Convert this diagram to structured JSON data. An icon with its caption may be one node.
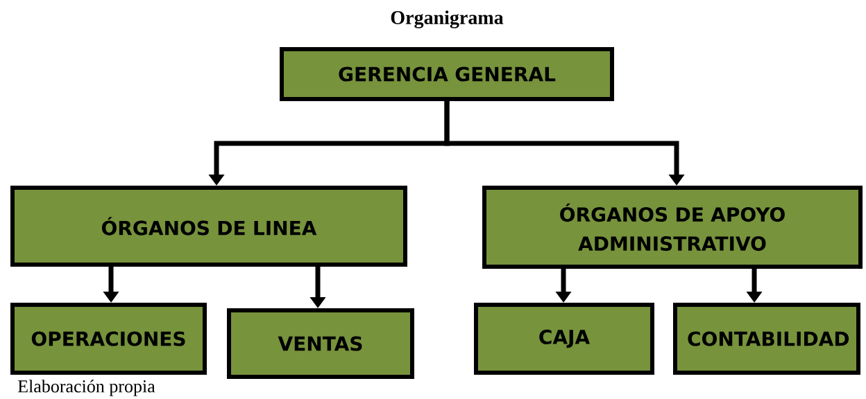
{
  "diagram": {
    "title": "Organigrama",
    "nodes": [
      {
        "text": [
          "GERENCIA GENERAL"
        ]
      },
      {
        "text": [
          "ÓRGANOS DE LINEA"
        ]
      },
      {
        "text": [
          "ÓRGANOS DE APOYO ADMINISTRATIVO"
        ]
      },
      {
        "text": [
          "OPERACIONES"
        ]
      },
      {
        "text": [
          "VENTAS"
        ]
      },
      {
        "text": [
          "CAJA"
        ]
      },
      {
        "text": [
          "CONTABILIDAD"
        ]
      }
    ],
    "edges": [
      {
        "from": 0,
        "to": 1,
        "arrow": "to"
      },
      {
        "from": 0,
        "to": 2,
        "arrow": "to"
      },
      {
        "from": 1,
        "to": 3,
        "arrow": "to"
      },
      {
        "from": 1,
        "to": 4,
        "arrow": "to"
      },
      {
        "from": 2,
        "to": 5,
        "arrow": "to"
      },
      {
        "from": 2,
        "to": 6,
        "arrow": "to"
      }
    ],
    "caption": "Elaboración propia"
  }
}
